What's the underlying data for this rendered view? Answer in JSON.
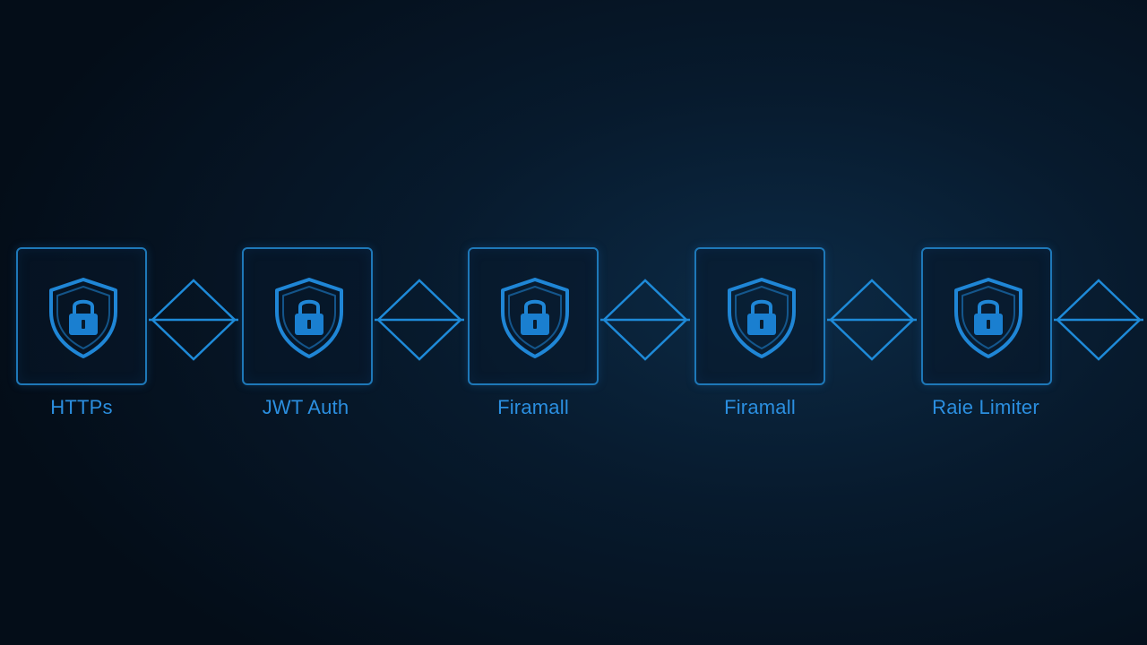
{
  "colors": {
    "background": "#061523",
    "box_border": "#1e78b8",
    "icon_stroke": "#1f86d6",
    "icon_fill": "#1a7fd0",
    "label": "#2b8fe0",
    "connector": "#1e8ad8"
  },
  "layers": [
    {
      "label": "HTTPs",
      "icon": "shield-lock-icon"
    },
    {
      "label": "JWT Auth",
      "icon": "shield-lock-icon"
    },
    {
      "label": "Firamall",
      "icon": "shield-lock-icon"
    },
    {
      "label": "Firamall",
      "icon": "shield-lock-icon"
    },
    {
      "label": "Raie Limiter",
      "icon": "shield-lock-icon"
    }
  ],
  "connector_icon": "diamond-arrow-icon"
}
